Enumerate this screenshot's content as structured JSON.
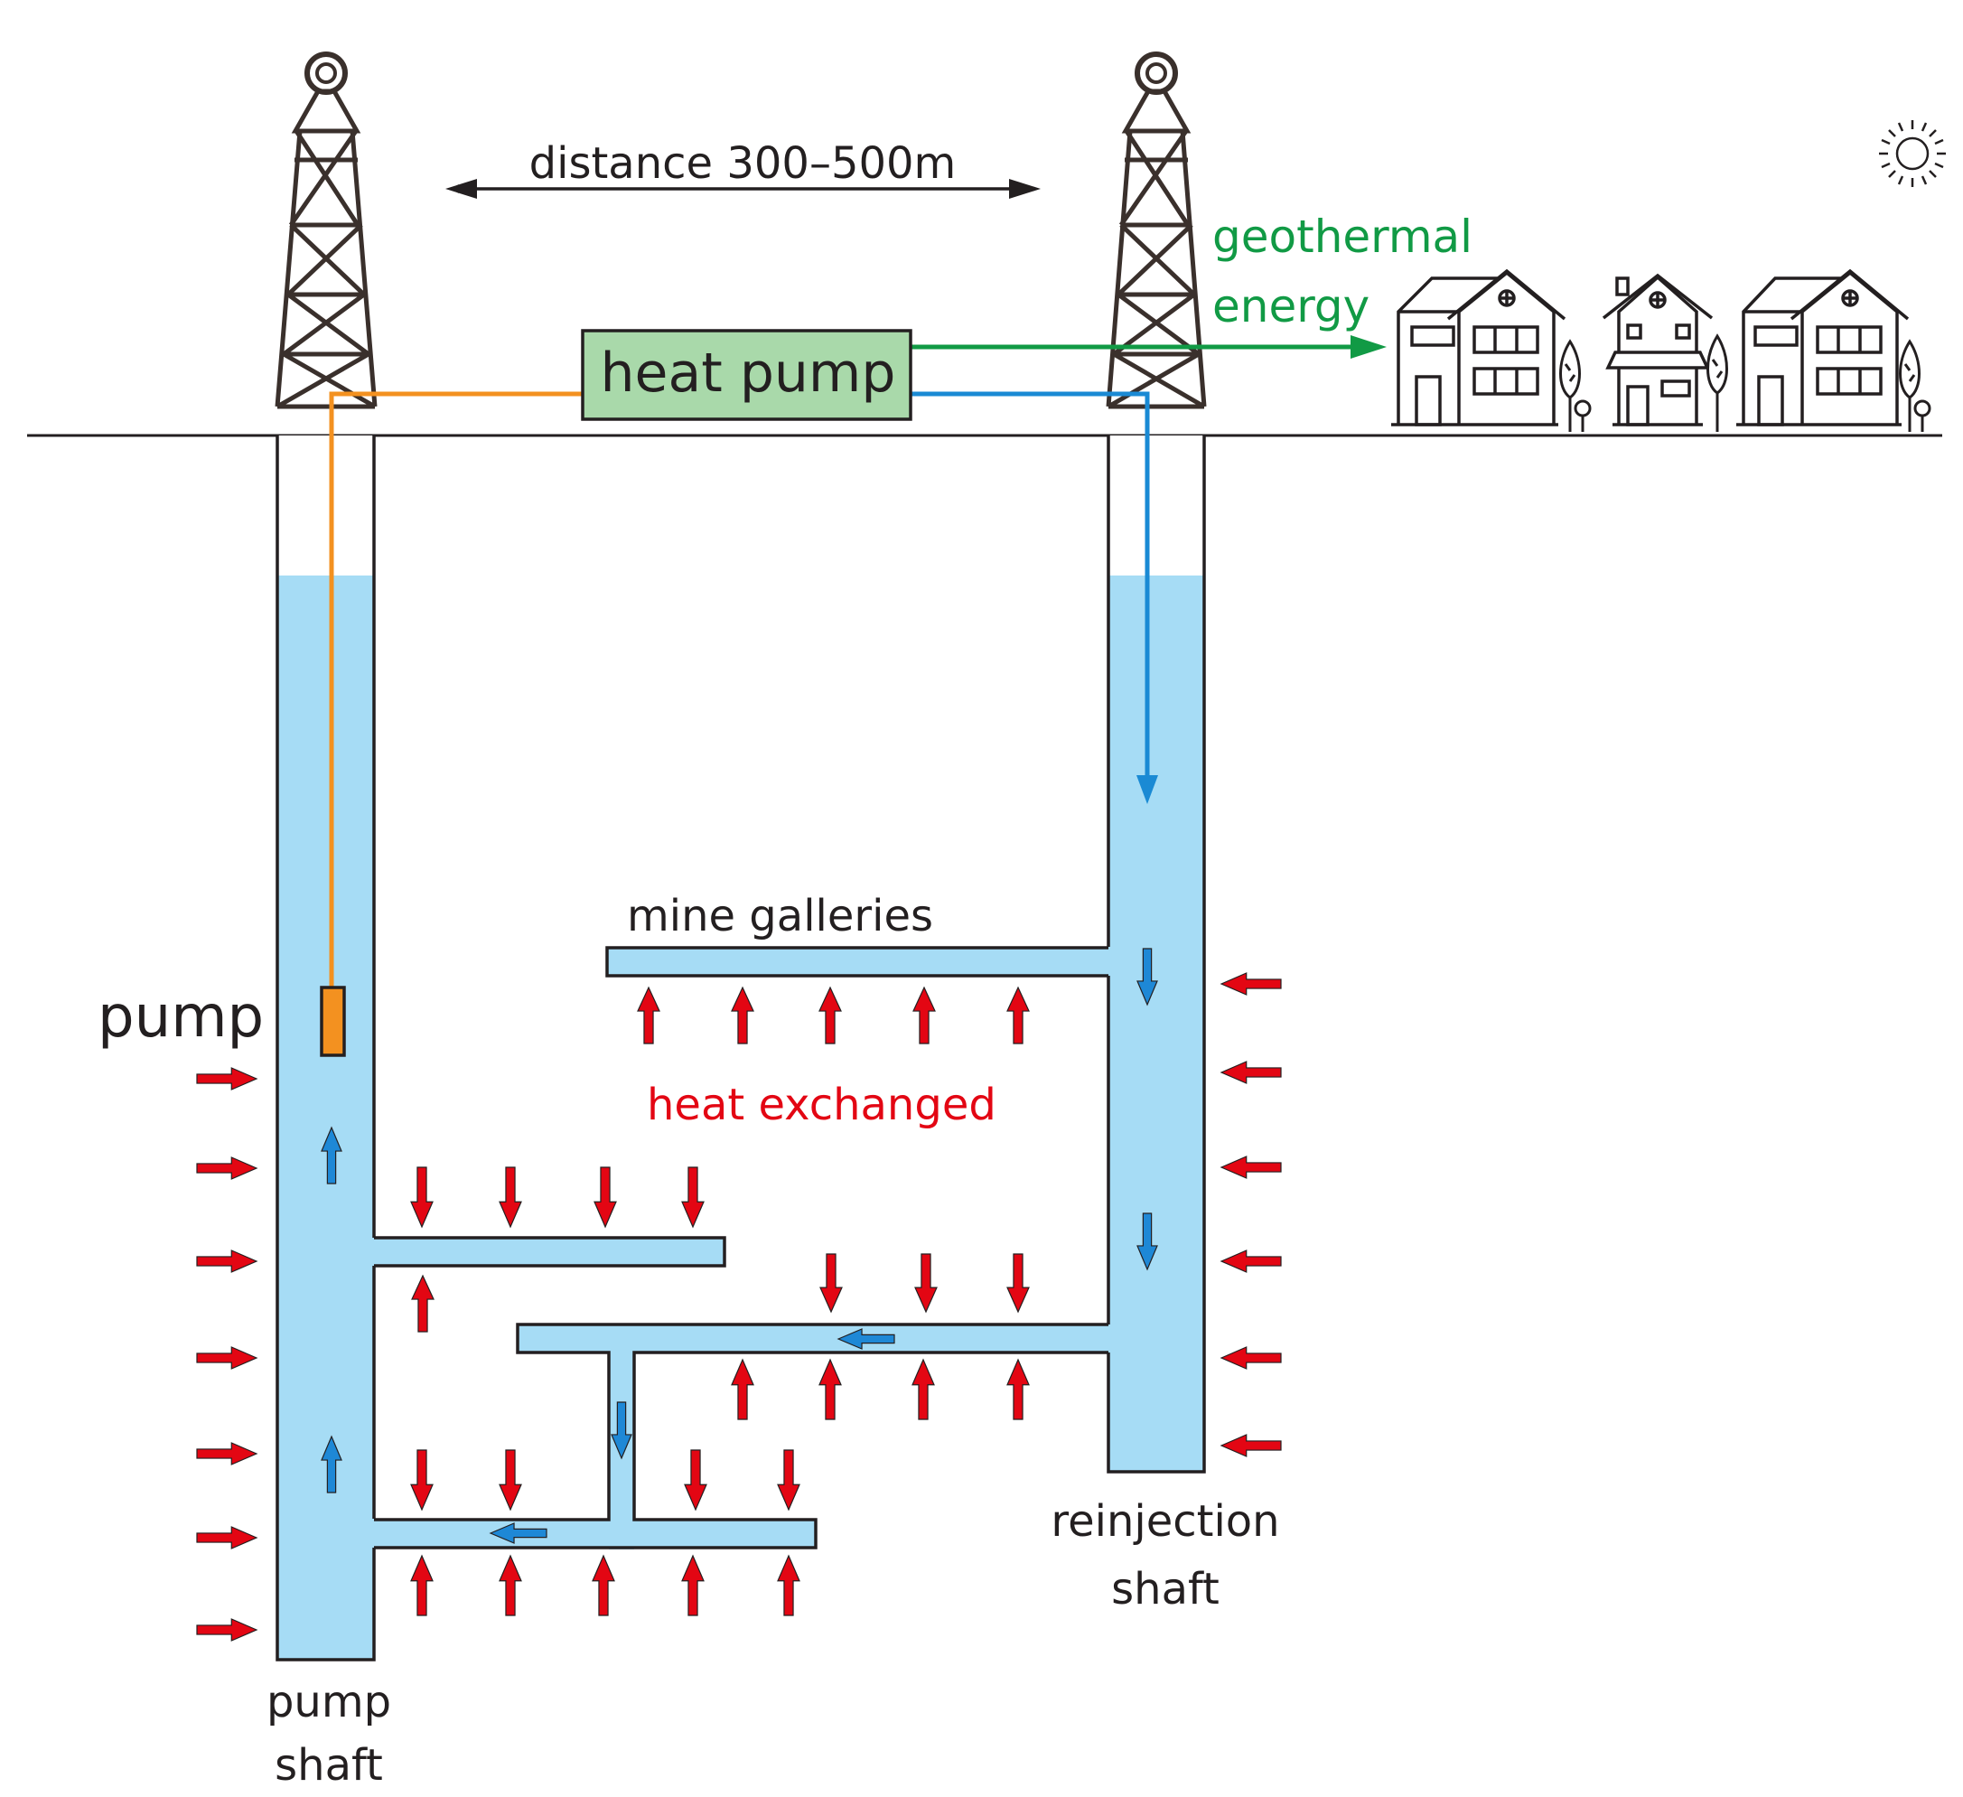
{
  "labels": {
    "distance": "distance 300–500m",
    "heat_pump": "heat pump",
    "geothermal_line1": "geothermal",
    "geothermal_line2": "energy",
    "mine_galleries": "mine galleries",
    "heat_exchanged": "heat exchanged",
    "pump": "pump",
    "pump_shaft_line1": "pump",
    "pump_shaft_line2": "shaft",
    "reinjection_line1": "reinjection",
    "reinjection_line2": "shaft"
  },
  "colors": {
    "water": "#a6dcf5",
    "outline": "#231f20",
    "hot_pipe": "#f39120",
    "cold_pipe": "#1a8ad4",
    "energy": "#119a45",
    "heat_arrow": "#e30613",
    "flow_arrow": "#1e88d6",
    "heat_pump_box": "#a9d9aa",
    "tower": "#3a302c"
  },
  "icons": {
    "sun": "sun-icon",
    "houses": "house-icon",
    "trees": "tree-icon",
    "towers": "headframe-tower-icon"
  }
}
